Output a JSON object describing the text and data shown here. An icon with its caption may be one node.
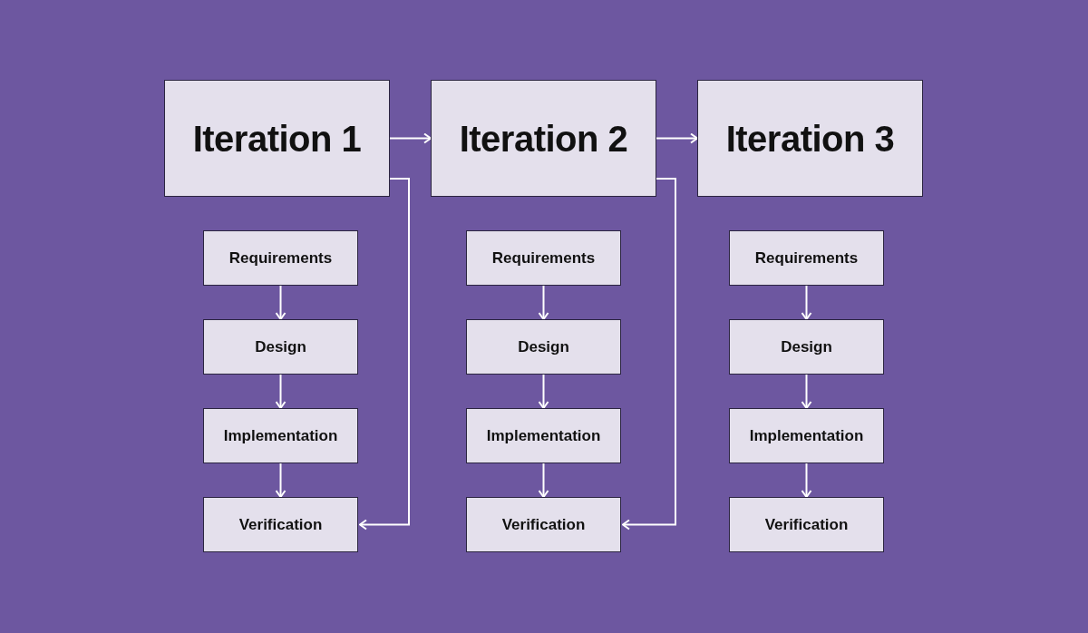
{
  "diagram": {
    "nodes": [
      {
        "text": [
          "Iteration 1"
        ]
      },
      {
        "text": [
          "Iteration 2"
        ]
      },
      {
        "text": [
          "Iteration 3"
        ]
      },
      {
        "text": [
          "Requirements"
        ]
      },
      {
        "text": [
          "Design"
        ]
      },
      {
        "text": [
          "Implementation"
        ]
      },
      {
        "text": [
          "Verification"
        ]
      },
      {
        "text": [
          "Requirements"
        ]
      },
      {
        "text": [
          "Design"
        ]
      },
      {
        "text": [
          "Implementation"
        ]
      },
      {
        "text": [
          "Verification"
        ]
      },
      {
        "text": [
          "Requirements"
        ]
      },
      {
        "text": [
          "Design"
        ]
      },
      {
        "text": [
          "Implementation"
        ]
      },
      {
        "text": [
          "Verification"
        ]
      }
    ],
    "edges": [
      {
        "from": 0,
        "to": 1,
        "arrow": "to"
      },
      {
        "from": 1,
        "to": 2,
        "arrow": "to"
      },
      {
        "from": 3,
        "to": 4,
        "arrow": "to"
      },
      {
        "from": 4,
        "to": 5,
        "arrow": "to"
      },
      {
        "from": 5,
        "to": 6,
        "arrow": "to"
      },
      {
        "from": 7,
        "to": 8,
        "arrow": "to"
      },
      {
        "from": 8,
        "to": 9,
        "arrow": "to"
      },
      {
        "from": 9,
        "to": 10,
        "arrow": "to"
      },
      {
        "from": 11,
        "to": 12,
        "arrow": "to"
      },
      {
        "from": 12,
        "to": 13,
        "arrow": "to"
      },
      {
        "from": 13,
        "to": 14,
        "arrow": "to"
      },
      {
        "from": 0,
        "to": 6,
        "arrow": "to"
      },
      {
        "from": 1,
        "to": 10,
        "arrow": "to"
      }
    ]
  }
}
